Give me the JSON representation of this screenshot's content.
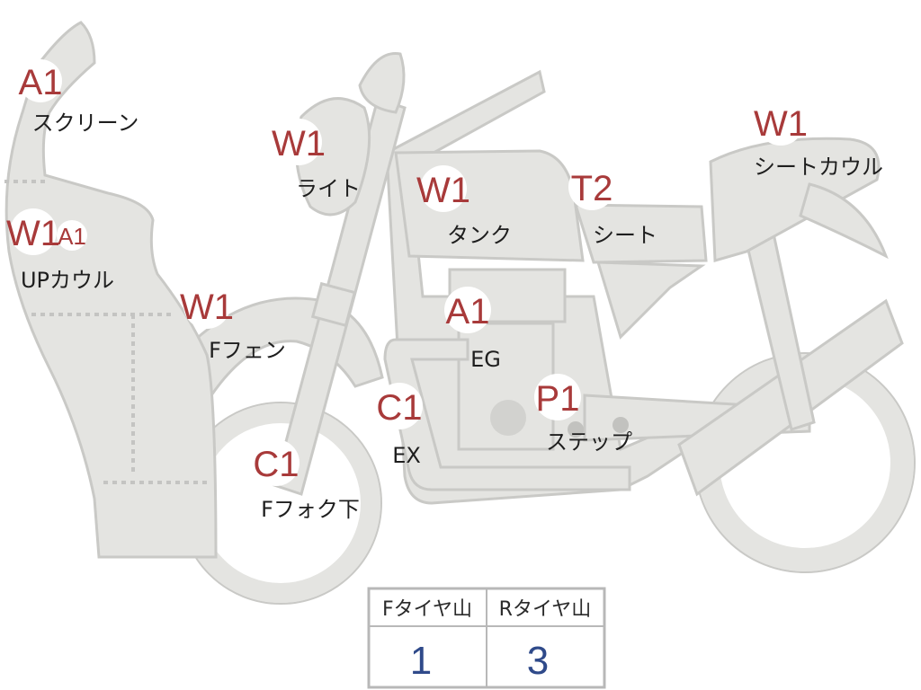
{
  "parts": [
    {
      "id": "screen",
      "code": "A1",
      "label": "スクリーン"
    },
    {
      "id": "up-cowl",
      "code": "W1",
      "extra_code": "A1",
      "label": "UPカウル"
    },
    {
      "id": "light",
      "code": "W1",
      "label": "ライト"
    },
    {
      "id": "tank",
      "code": "W1",
      "label": "タンク"
    },
    {
      "id": "seat",
      "code": "T2",
      "label": "シート"
    },
    {
      "id": "seat-cowl",
      "code": "W1",
      "label": "シートカウル"
    },
    {
      "id": "f-fender",
      "code": "W1",
      "label": "Fフェン"
    },
    {
      "id": "engine",
      "code": "A1",
      "label": "EG"
    },
    {
      "id": "exhaust",
      "code": "C1",
      "label": "EX"
    },
    {
      "id": "step",
      "code": "P1",
      "label": "ステップ"
    },
    {
      "id": "f-fork-lower",
      "code": "C1",
      "label": "Fフォク下"
    }
  ],
  "tire_table": {
    "headers": [
      "Fタイヤ山",
      "Rタイヤ山"
    ],
    "values": [
      "1",
      "3"
    ]
  },
  "colors": {
    "body": "#e4e4e1",
    "code_text": "#a83a3a",
    "table_value": "#2f4a8a"
  }
}
